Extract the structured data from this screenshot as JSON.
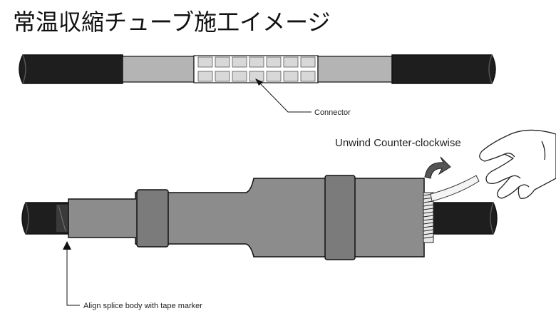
{
  "title": "常温収縮チューブ施工イメージ",
  "labels": {
    "connector": "Connector",
    "unwind": "Unwind Counter-clockwise",
    "align": "Align splice body with tape marker"
  },
  "colors": {
    "cable_jacket": "#1e1e1e",
    "insulation": "#b4b4b4",
    "splice_body": "#8c8c8c",
    "outline": "#111111"
  }
}
